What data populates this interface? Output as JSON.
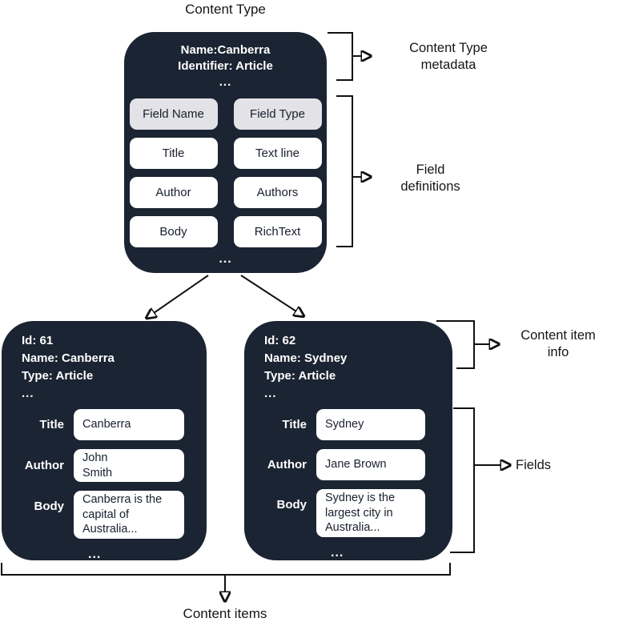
{
  "diagram": {
    "title": "Content Type",
    "content_type_card": {
      "meta_lines": [
        "Name:Canberra",
        "Identifier: Article",
        "..."
      ],
      "table": {
        "header": {
          "name": "Field Name",
          "type": "Field Type"
        },
        "rows": [
          {
            "name": "Title",
            "type": "Text line"
          },
          {
            "name": "Author",
            "type": "Authors"
          },
          {
            "name": "Body",
            "type": "RichText"
          }
        ]
      },
      "more": "..."
    },
    "items": [
      {
        "info_lines": [
          "Id: 61",
          "Name: Canberra",
          "Type: Article",
          "..."
        ],
        "fields": [
          {
            "label": "Title",
            "value": "Canberra"
          },
          {
            "label": "Author",
            "value": "John\nSmith"
          },
          {
            "label": "Body",
            "value": "Canberra is the\ncapital of\nAustralia..."
          }
        ],
        "more": "..."
      },
      {
        "info_lines": [
          "Id: 62",
          "Name: Sydney",
          "Type: Article",
          "..."
        ],
        "fields": [
          {
            "label": "Title",
            "value": "Sydney"
          },
          {
            "label": "Author",
            "value": "Jane Brown"
          },
          {
            "label": "Body",
            "value": "Sydney is the\nlargest city in\nAustralia..."
          }
        ],
        "more": "..."
      }
    ],
    "annotations": {
      "metadata": [
        "Content Type",
        "metadata"
      ],
      "field_definitions": [
        "Field",
        "definitions"
      ],
      "item_info": [
        "Content item",
        "info"
      ],
      "fields": "Fields",
      "content_items": "Content items"
    }
  },
  "colors": {
    "card_bg": "#1b2432",
    "header_pill": "#e2e2e7",
    "pill": "#ffffff",
    "ink": "#161616",
    "on_card": "#ffffff"
  }
}
